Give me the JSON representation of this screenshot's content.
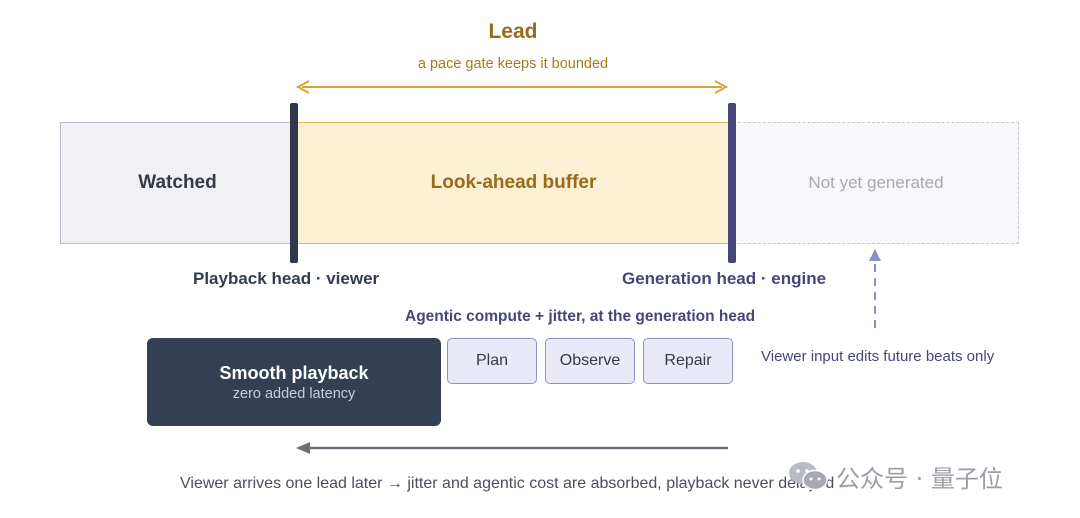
{
  "lead": {
    "title": "Lead",
    "subtitle": "a pace gate keeps it bounded"
  },
  "timeline": {
    "watched_label": "Watched",
    "buffer_label": "Look-ahead buffer",
    "future_label": "Not yet generated"
  },
  "heads": {
    "playback_label": "Playback head · viewer",
    "generation_label": "Generation head · engine"
  },
  "compute": {
    "caption": "Agentic compute + jitter, at the generation head",
    "tasks": [
      "Plan",
      "Observe",
      "Repair"
    ]
  },
  "smooth": {
    "title": "Smooth playback",
    "subtitle": "zero added latency"
  },
  "viewer_note": "Viewer input edits future beats only",
  "bottom_caption": "Viewer arrives one lead later → jitter and agentic cost are absorbed, playback never delayed",
  "watermark": {
    "text": "公众号 · 量子位",
    "icon": "wechat-icon"
  },
  "colors": {
    "lead_accent": "#d9a43a",
    "playhead": "#303849",
    "genhead": "#46467a",
    "buffer_fill": "#fcf0d4",
    "smooth_fill": "#333f52",
    "task_fill": "#e9e9f7"
  }
}
